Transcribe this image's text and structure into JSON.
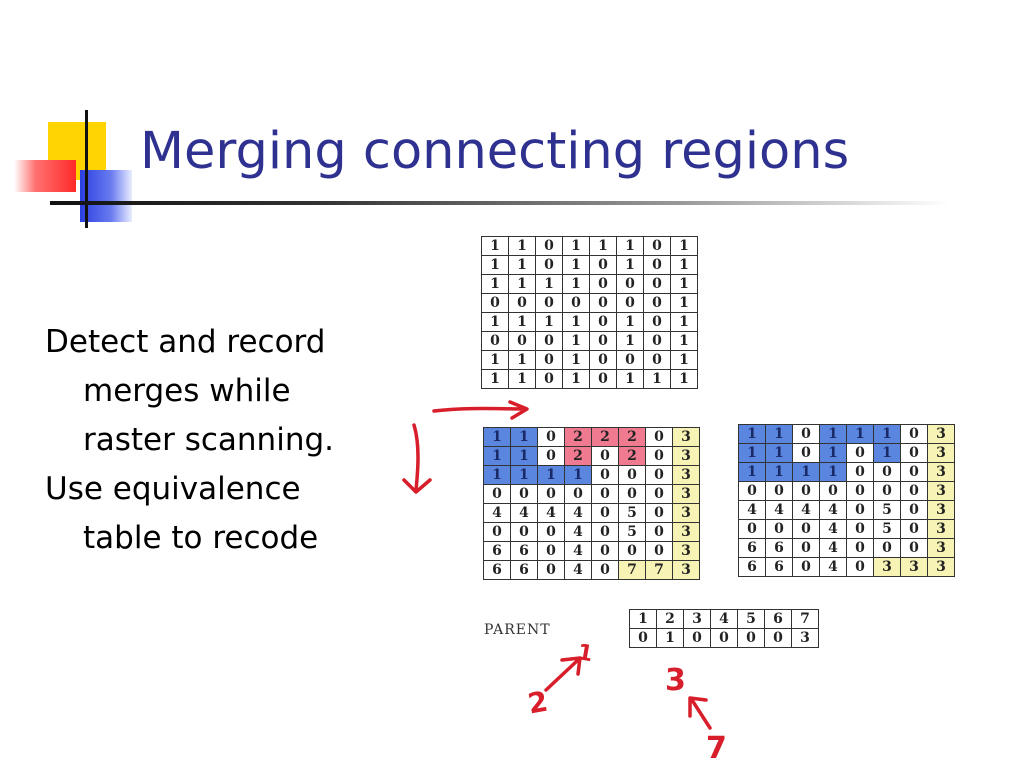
{
  "slide": {
    "title": "Merging connecting regions",
    "bullets": [
      "Detect and record merges while raster scanning.",
      "Use equivalence table to recode"
    ]
  },
  "grids": {
    "original": [
      [
        "1",
        "1",
        "0",
        "1",
        "1",
        "1",
        "0",
        "1"
      ],
      [
        "1",
        "1",
        "0",
        "1",
        "0",
        "1",
        "0",
        "1"
      ],
      [
        "1",
        "1",
        "1",
        "1",
        "0",
        "0",
        "0",
        "1"
      ],
      [
        "0",
        "0",
        "0",
        "0",
        "0",
        "0",
        "0",
        "1"
      ],
      [
        "1",
        "1",
        "1",
        "1",
        "0",
        "1",
        "0",
        "1"
      ],
      [
        "0",
        "0",
        "0",
        "1",
        "0",
        "1",
        "0",
        "1"
      ],
      [
        "1",
        "1",
        "0",
        "1",
        "0",
        "0",
        "0",
        "1"
      ],
      [
        "1",
        "1",
        "0",
        "1",
        "0",
        "1",
        "1",
        "1"
      ]
    ],
    "labeled": [
      [
        "1",
        "1",
        "0",
        "2",
        "2",
        "2",
        "0",
        "3"
      ],
      [
        "1",
        "1",
        "0",
        "2",
        "0",
        "2",
        "0",
        "3"
      ],
      [
        "1",
        "1",
        "1",
        "1",
        "0",
        "0",
        "0",
        "3"
      ],
      [
        "0",
        "0",
        "0",
        "0",
        "0",
        "0",
        "0",
        "3"
      ],
      [
        "4",
        "4",
        "4",
        "4",
        "0",
        "5",
        "0",
        "3"
      ],
      [
        "0",
        "0",
        "0",
        "4",
        "0",
        "5",
        "0",
        "3"
      ],
      [
        "6",
        "6",
        "0",
        "4",
        "0",
        "0",
        "0",
        "3"
      ],
      [
        "6",
        "6",
        "0",
        "4",
        "0",
        "7",
        "7",
        "3"
      ]
    ],
    "recoded": [
      [
        "1",
        "1",
        "0",
        "1",
        "1",
        "1",
        "0",
        "3"
      ],
      [
        "1",
        "1",
        "0",
        "1",
        "0",
        "1",
        "0",
        "3"
      ],
      [
        "1",
        "1",
        "1",
        "1",
        "0",
        "0",
        "0",
        "3"
      ],
      [
        "0",
        "0",
        "0",
        "0",
        "0",
        "0",
        "0",
        "3"
      ],
      [
        "4",
        "4",
        "4",
        "4",
        "0",
        "5",
        "0",
        "3"
      ],
      [
        "0",
        "0",
        "0",
        "4",
        "0",
        "5",
        "0",
        "3"
      ],
      [
        "6",
        "6",
        "0",
        "4",
        "0",
        "0",
        "0",
        "3"
      ],
      [
        "6",
        "6",
        "0",
        "4",
        "0",
        "3",
        "3",
        "3"
      ]
    ]
  },
  "parent": {
    "label": "PARENT",
    "labels": [
      "1",
      "2",
      "3",
      "4",
      "5",
      "6",
      "7"
    ],
    "values": [
      "0",
      "1",
      "0",
      "0",
      "0",
      "0",
      "3"
    ]
  },
  "annotations": {
    "handwritten": [
      "2",
      "1",
      "3",
      "7"
    ]
  },
  "colors": {
    "title": "#2e318f",
    "highlight_blue": "#5a86e0",
    "highlight_red": "#f07a90",
    "highlight_yellow": "#f6f3b4",
    "ink_red": "#d81e2a"
  }
}
